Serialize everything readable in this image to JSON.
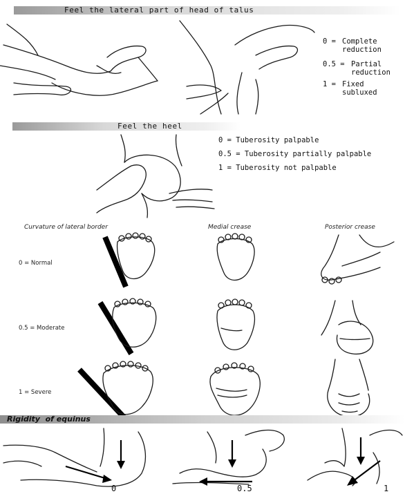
{
  "section1": {
    "title": "Feel the lateral part of head of talus",
    "legend": [
      {
        "score": "0 =",
        "text": "Complete\nreduction"
      },
      {
        "score": "0.5 =",
        "text": "Partial\nreduction"
      },
      {
        "score": "1 =",
        "text": "Fixed\nsubluxed"
      }
    ]
  },
  "section2": {
    "title": "Feel the heel",
    "legend": [
      "0 = Tuberosity palpable",
      "0.5 = Tuberosity partially palpable",
      "1 = Tuberosity not palpable"
    ]
  },
  "section3": {
    "columns": [
      "Curvature of lateral border",
      "Medial crease",
      "Posterior crease"
    ],
    "rows": [
      "0 = Normal",
      "0.5 = Moderate",
      "1 = Severe"
    ]
  },
  "section4": {
    "title": "Rigidity  of equinus",
    "scores": [
      "0",
      "0.5",
      "1"
    ]
  }
}
